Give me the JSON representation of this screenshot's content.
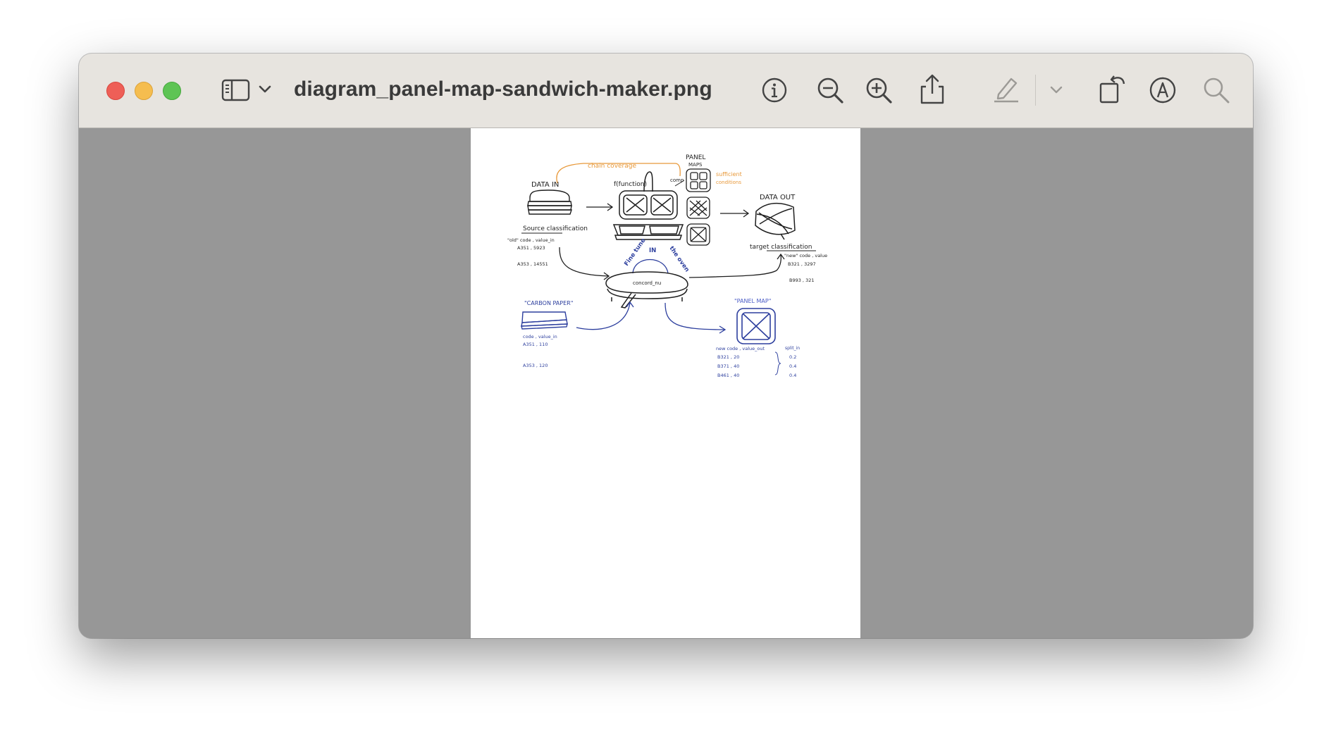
{
  "window": {
    "title": "diagram_panel-map-sandwich-maker.png"
  },
  "toolbar": {
    "icons": [
      "sidebar-icon",
      "chevron-down-icon",
      "info-icon",
      "zoom-out-icon",
      "zoom-in-icon",
      "share-icon",
      "highlight-pen-icon",
      "chevron-down-icon",
      "rotate-icon",
      "markup-icon",
      "search-icon"
    ]
  },
  "diagram": {
    "chain_coverage": "chain coverage",
    "panel_maps_line1": "PANEL",
    "panel_maps_line2": "MAPS",
    "sufficient": "sufficient",
    "conditions": "conditions",
    "comp": "comp",
    "function": "f(function)",
    "data_in": "DATA IN",
    "data_out": "DATA OUT",
    "source_classification": "Source classification",
    "target_classification": "target classification",
    "in_header": "\"old\" code , value_in",
    "in_row1": "A351 , 5923",
    "in_row2": "A353 , 14551",
    "out_header": "\"new\" code , value",
    "out_row1": "B321 , 3297",
    "out_row2": "B993 , 321",
    "fine_tune_1": "Fine tune",
    "fine_tune_2": "IN",
    "fine_tune_3": "the oven",
    "concord_label": "concord_nu",
    "carbon_paper": "\"CARBON PAPER\"",
    "carbon_header": "code , value_in",
    "carbon_row1": "A351 , 110",
    "carbon_row2": "A353 , 120",
    "panel_map": "\"PANEL MAP\"",
    "pm_header": "new code , value_out",
    "pm_split_header": "split_in",
    "pm_row1": "B321 , 20",
    "pm_row2": "B371 , 40",
    "pm_row3": "B461 , 40",
    "pm_split1": "0.2",
    "pm_split2": "0.4",
    "pm_split3": "0.4"
  },
  "colors": {
    "close": "#ee5f57",
    "minimize": "#f5bd4f",
    "zoom": "#5ec454",
    "ink": "#1f1f1f",
    "orange": "#e8993a",
    "blue": "#2d3f9e"
  }
}
